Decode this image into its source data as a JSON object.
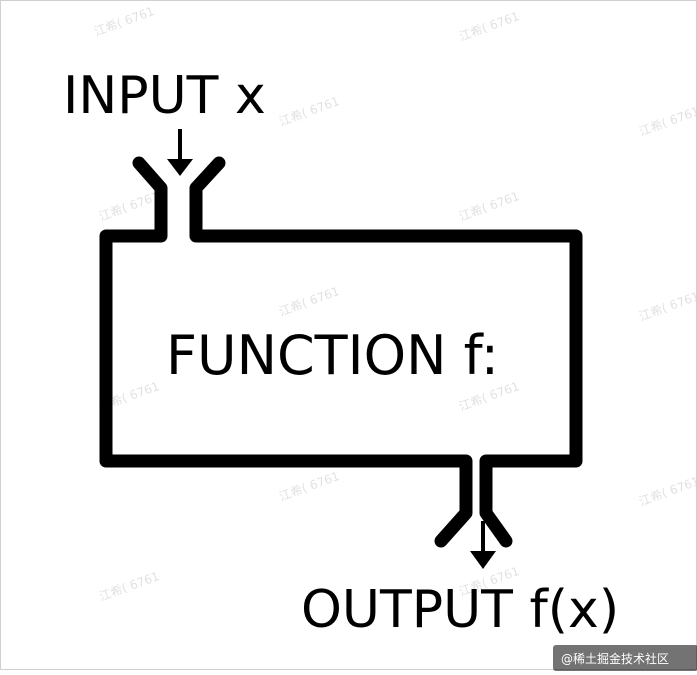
{
  "diagram": {
    "input_label": "INPUT x",
    "function_label": "FUNCTION f:",
    "output_label": "OUTPUT f(x)"
  },
  "watermark": {
    "text": "江希( 6761",
    "badge": "@稀土掘金技术社区"
  },
  "colors": {
    "stroke": "#000000",
    "background": "#ffffff",
    "watermark": "#c9c9c9"
  }
}
